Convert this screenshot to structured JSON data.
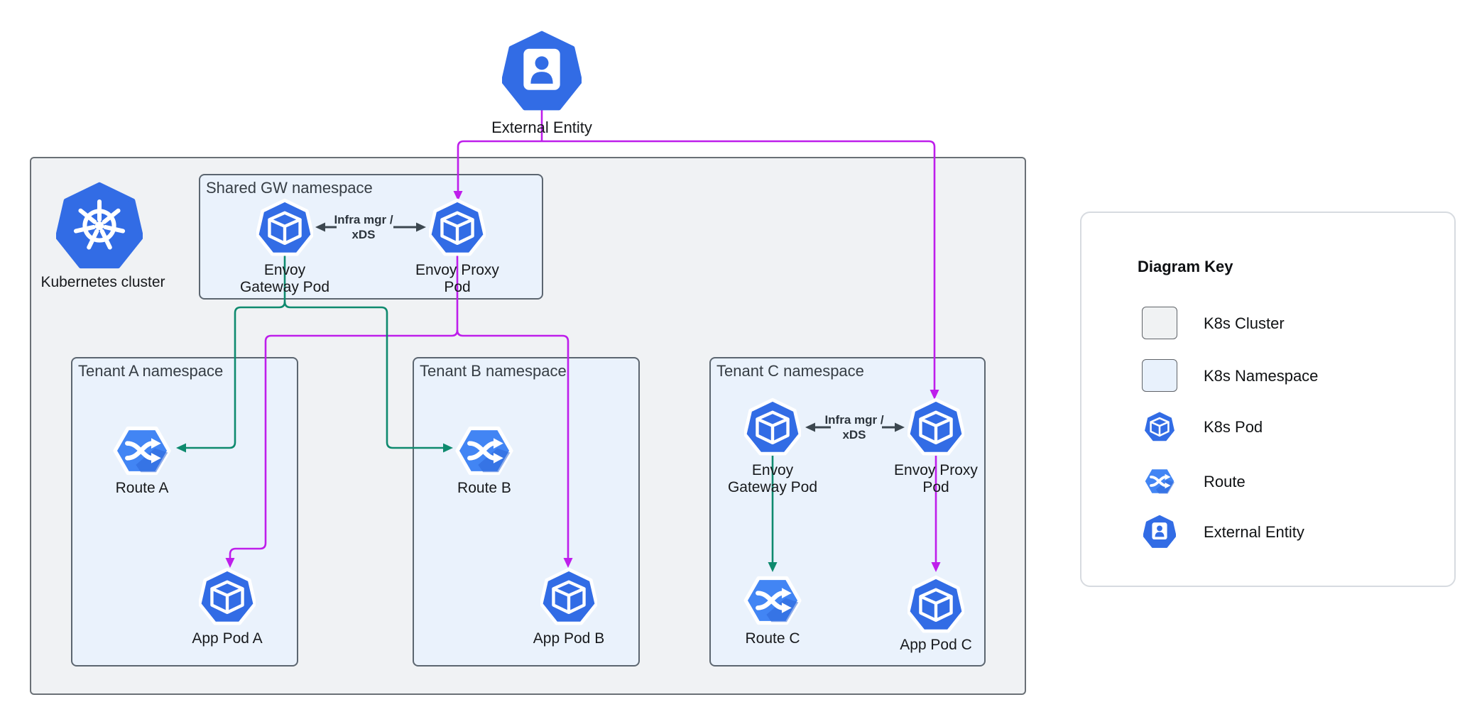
{
  "colors": {
    "pod_blue": "#326CE5",
    "route_blue": "#4285F4",
    "magenta_edge": "#BE1EEB",
    "green_edge": "#0E8A6E",
    "dark_arrow": "#3C474F",
    "cluster_fill": "#F0F2F4",
    "cluster_border": "#6A7076",
    "namespace_fill": "#EAF2FC",
    "namespace_border": "#5C6670",
    "key_border": "#D7DBE0"
  },
  "external_entity": {
    "label": "External Entity"
  },
  "cluster": {
    "label": "Kubernetes cluster"
  },
  "shared_namespace": {
    "title": "Shared GW namespace",
    "gateway_pod_line1": "Envoy",
    "gateway_pod_line2": "Gateway Pod",
    "proxy_pod_line1": "Envoy Proxy",
    "proxy_pod_line2": "Pod",
    "link_line1": "Infra mgr /",
    "link_line2": "xDS"
  },
  "tenant_a": {
    "title": "Tenant A namespace",
    "route_label": "Route A",
    "app_pod_label": "App Pod A"
  },
  "tenant_b": {
    "title": "Tenant B namespace",
    "route_label": "Route B",
    "app_pod_label": "App Pod B"
  },
  "tenant_c": {
    "title": "Tenant C namespace",
    "gateway_pod_line1": "Envoy",
    "gateway_pod_line2": "Gateway Pod",
    "proxy_pod_line1": "Envoy Proxy",
    "proxy_pod_line2": "Pod",
    "link_line1": "Infra mgr /",
    "link_line2": "xDS",
    "route_label": "Route C",
    "app_pod_label": "App Pod C"
  },
  "key": {
    "title": "Diagram Key",
    "items": [
      {
        "icon": "k8s-cluster-swatch",
        "label": "K8s Cluster"
      },
      {
        "icon": "k8s-namespace-swatch",
        "label": "K8s Namespace"
      },
      {
        "icon": "k8s-pod-icon",
        "label": "K8s Pod"
      },
      {
        "icon": "route-icon",
        "label": "Route"
      },
      {
        "icon": "external-entity-icon",
        "label": "External Entity"
      }
    ]
  }
}
